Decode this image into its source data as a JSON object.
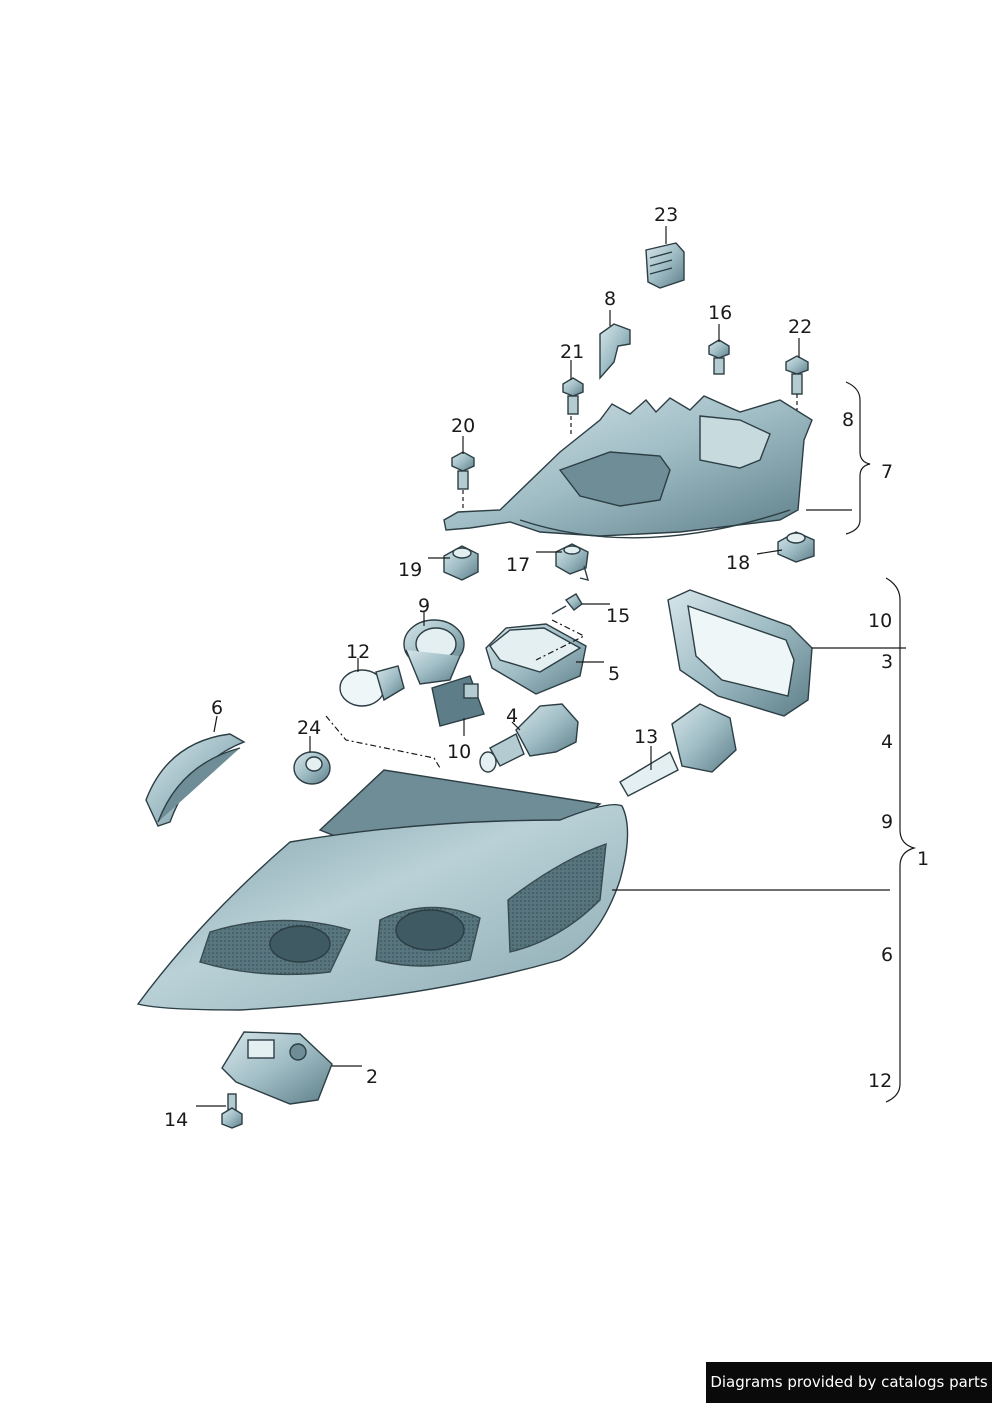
{
  "callouts": {
    "c23": "23",
    "c8": "8",
    "c16": "16",
    "c22": "22",
    "c21": "21",
    "c20": "20",
    "c19": "19",
    "c17": "17",
    "c18": "18",
    "c9": "9",
    "c15": "15",
    "c12": "12",
    "c5": "5",
    "c6": "6",
    "c24": "24",
    "c4": "4",
    "c10": "10",
    "c13": "13",
    "c2": "2",
    "c14": "14"
  },
  "groups": {
    "bracket_top": {
      "items": [
        "8",
        "7"
      ]
    },
    "bracket_main": {
      "label": "1",
      "items": [
        "10",
        "3",
        "4",
        "9",
        "6",
        "12"
      ]
    }
  },
  "footer": {
    "text": "Diagrams provided by catalogs parts"
  },
  "colors": {
    "part_fill": "#9fbcc4",
    "part_dark": "#5d7e88",
    "part_light": "#cfe0e4",
    "lens": "#b6ced4"
  }
}
